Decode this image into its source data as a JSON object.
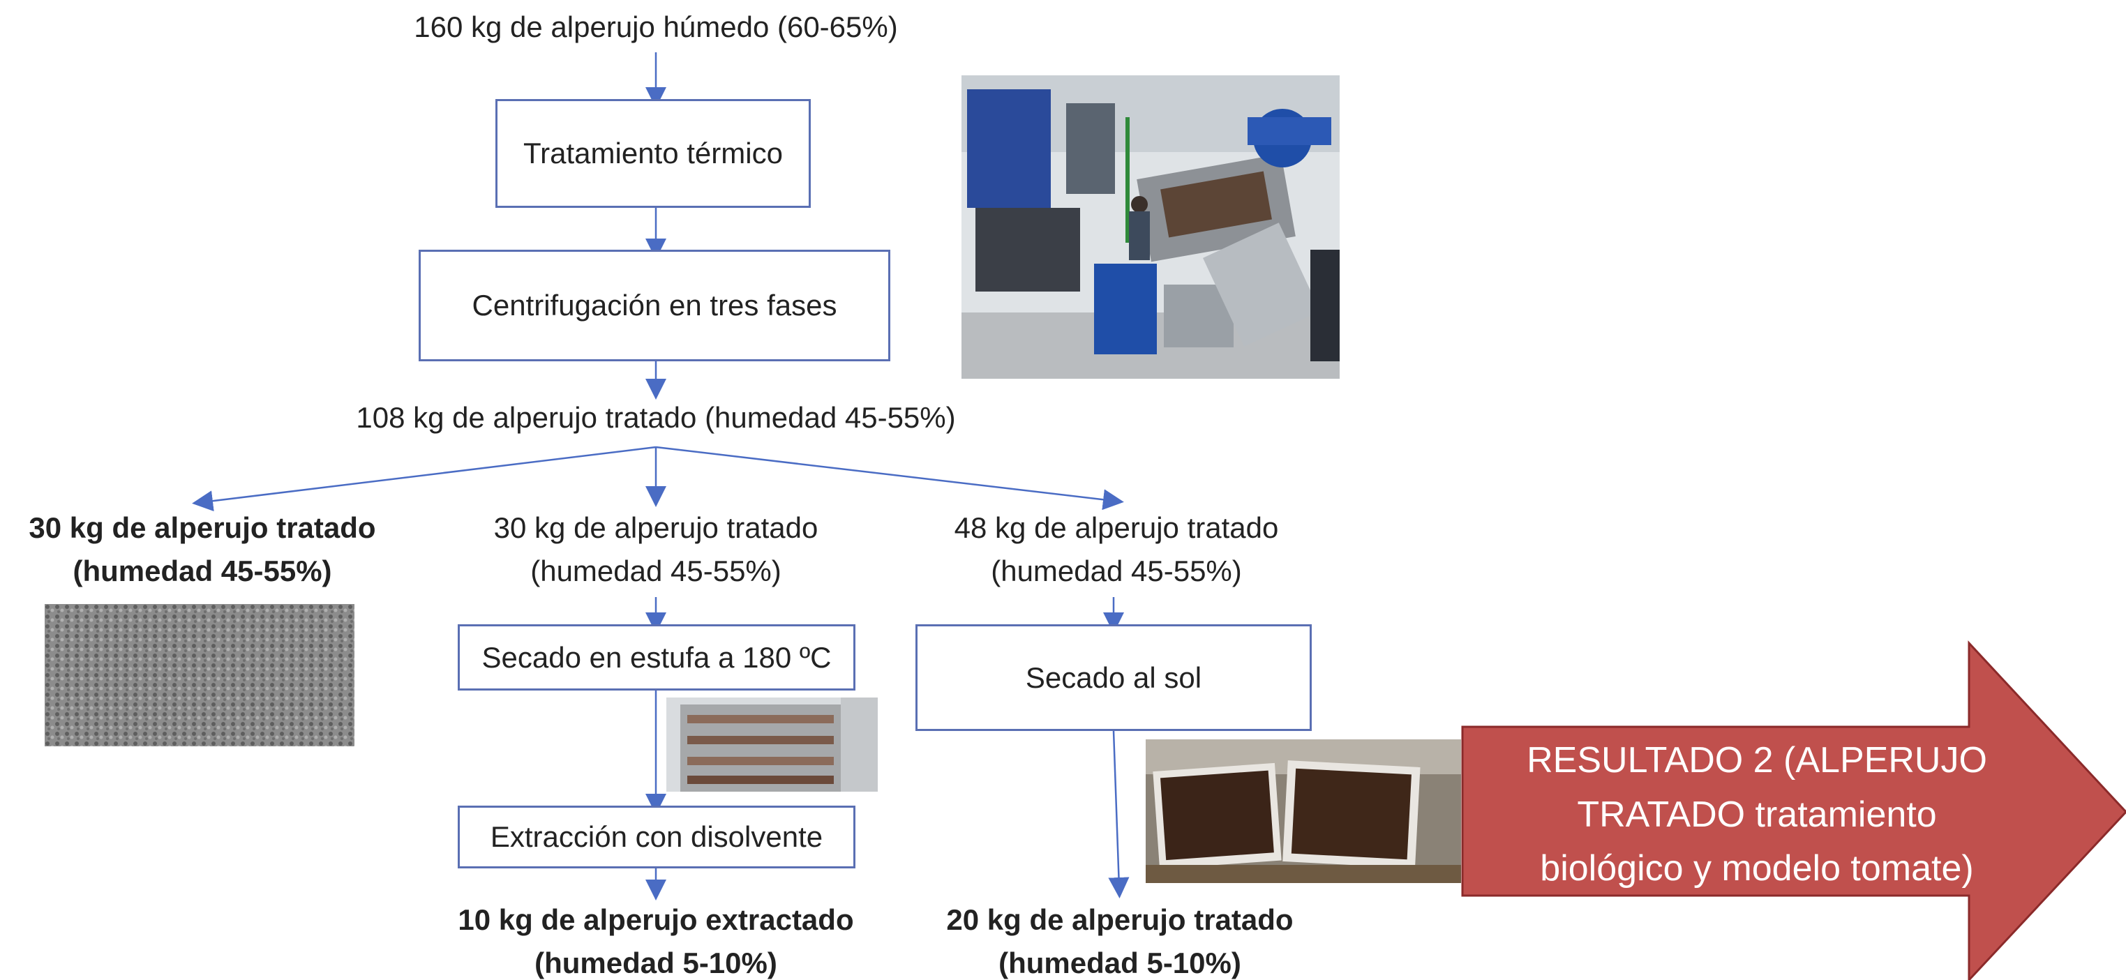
{
  "top": {
    "input": "160 kg de alperujo húmedo (60-65%)"
  },
  "steps": {
    "thermal": "Tratamiento térmico",
    "centrifuge": "Centrifugación en tres fases"
  },
  "treated": "108 kg de alperujo tratado (humedad 45-55%)",
  "branches": {
    "left": {
      "line1": "30 kg de alperujo tratado",
      "line2": "(humedad 45-55%)"
    },
    "center": {
      "line1": "30 kg de alperujo tratado",
      "line2": "(humedad 45-55%)",
      "step1": "Secado en estufa a 180 ºC",
      "step2": "Extracción con disolvente",
      "out1": "10 kg de alperujo extractado",
      "out2": "(humedad 5-10%)"
    },
    "right": {
      "line1": "48 kg de alperujo tratado",
      "line2": "(humedad 45-55%)",
      "step1": "Secado al sol",
      "out1": "20 kg de alperujo tratado",
      "out2": "(humedad 5-10%)"
    }
  },
  "result": {
    "line1": "RESULTADO 2 (ALPERUJO",
    "line2": "TRATADO tratamiento",
    "line3": "biológico y modelo tomate)"
  },
  "colors": {
    "box_border": "#5a6fb3",
    "arrow": "#4a6cc4",
    "result_fill": "#c0504d",
    "result_border": "#8b2a2a"
  }
}
